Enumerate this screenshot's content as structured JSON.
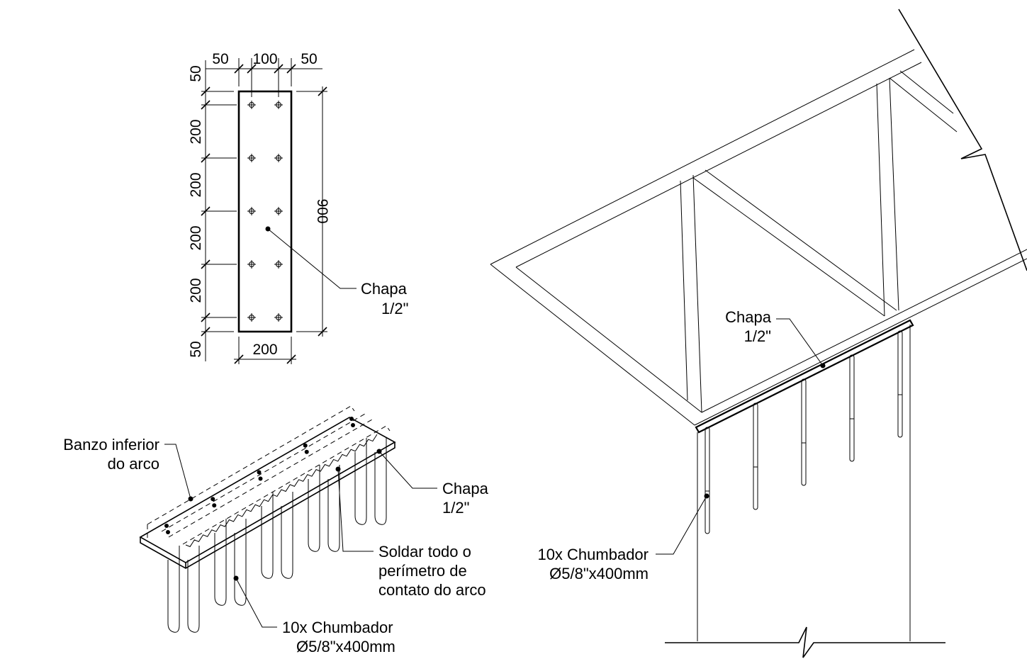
{
  "plate_drawing": {
    "width_dims": [
      "50",
      "100",
      "50"
    ],
    "side_dims": [
      "50",
      "200",
      "200",
      "200",
      "200",
      "50"
    ],
    "height_dim": "900",
    "bottom_dim": "200",
    "label_line1": "Chapa",
    "label_line2": "1/2\""
  },
  "iso_detail": {
    "chord_label_line1": "Banzo inferior",
    "chord_label_line2": "do arco",
    "plate_label_line1": "Chapa",
    "plate_label_line2": "1/2\"",
    "weld_label_line1": "Soldar todo o",
    "weld_label_line2": "perímetro de",
    "weld_label_line3": "contato do arco",
    "anchor_label_line1": "10x Chumbador",
    "anchor_label_line2": "Ø5/8\"x400mm"
  },
  "elevation": {
    "plate_label_line1": "Chapa",
    "plate_label_line2": "1/2\"",
    "anchor_label_line1": "10x Chumbador",
    "anchor_label_line2": "Ø5/8\"x400mm"
  }
}
